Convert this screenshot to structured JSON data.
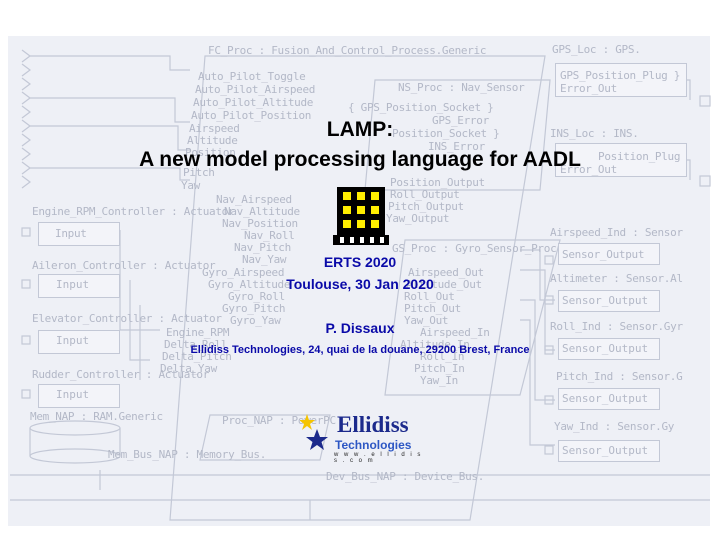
{
  "slide": {
    "title_line1": "LAMP:",
    "title_line2": "A new model processing language for AADL",
    "event": "ERTS 2020",
    "location_date": "Toulouse, 30 Jan 2020",
    "author": "P. Dissaux",
    "affiliation": "Ellidiss Technologies, 24, quai de la douane, 29200 Brest, France"
  },
  "logo": {
    "name": "Ellidiss",
    "subtitle": "Technologies",
    "url": "w w w . e l l i d i s s . c o m",
    "star_colors": [
      "#f5c400",
      "#1c2a8c"
    ]
  },
  "colors": {
    "title": "#000000",
    "event_text": "#0a0aa8",
    "background_diagram": "#b3b8c7"
  },
  "diagram": {
    "labels": [
      "FC_Proc : Fusion_And_Control_Process.Generic",
      "GPS_Loc : GPS.",
      "Auto_Pilot_Toggle",
      "Auto_Pilot_Airspeed",
      "Auto_Pilot_Altitude",
      "Auto_Pilot_Position",
      "Airspeed",
      "Altitude",
      "Position",
      "Pitch",
      "Yaw",
      "NS_Proc : Nav_Sensor",
      "GPS_Position_Plug }",
      "Error_Out",
      "{ GPS_Position_Socket }",
      "GPS_Error",
      "INS_Loc : INS.",
      "Position_Socket }",
      "INS_Error",
      "Position_Plug",
      "Error_Out",
      "Position_Output",
      "Roll_Output",
      "Pitch_Output",
      "Yaw_Output",
      "Engine_RPM_Controller : Actuator",
      "Nav_Airspeed",
      "Nav_Altitude",
      "Nav_Position",
      "Nav_Roll",
      "Nav_Pitch",
      "Nav_Yaw",
      "Input",
      "Airspeed_Ind : Sensor",
      "GS_Proc : Gyro_Sensor_Proc",
      "Sensor_Output",
      "Aileron_Controller : Actuator",
      "Gyro_Airspeed",
      "Gyro_Altitude",
      "Gyro_Roll",
      "Gyro_Pitch",
      "Gyro_Yaw",
      "Airspeed_Out",
      "Altitude_Out",
      "Roll_Out",
      "Pitch_Out",
      "Yaw_Out",
      "Altimeter : Sensor.Al",
      "Elevator_Controller : Actuator",
      "Engine_RPM",
      "Delta_Roll",
      "Delta_Pitch",
      "Delta_Yaw",
      "Airspeed_In",
      "Altitude_In",
      "Roll_In",
      "Pitch_In",
      "Yaw_In",
      "Roll_Ind : Sensor.Gyr",
      "Rudder_Controller : Actuator",
      "Pitch_Ind : Sensor.G",
      "Mem_NAP : RAM.Generic",
      "Proc_NAP : PowerPC",
      "Yaw_Ind : Sensor.Gy",
      "Mem_Bus_NAP : Memory_Bus.",
      "Dev_Bus_NAP : Device_Bus."
    ]
  }
}
